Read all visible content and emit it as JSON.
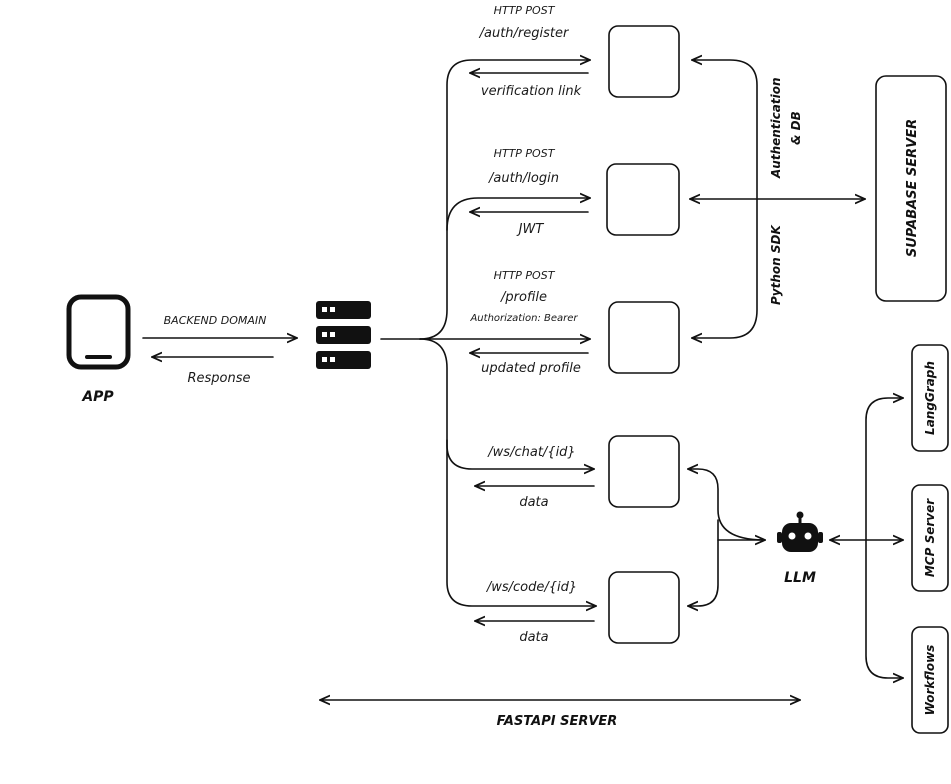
{
  "app": {
    "label": "APP"
  },
  "app_link": {
    "request": "BACKEND DOMAIN",
    "response": "Response"
  },
  "routes": [
    {
      "method": "HTTP POST",
      "path": "/auth/register",
      "return": "verification link"
    },
    {
      "method": "HTTP POST",
      "path": "/auth/login",
      "return": "JWT"
    },
    {
      "method": "HTTP POST",
      "path": "/profile",
      "header": "Authorization: Bearer",
      "return": "updated profile"
    },
    {
      "path": "/ws/chat/{id}",
      "return": "data"
    },
    {
      "path": "/ws/code/{id}",
      "return": "data"
    }
  ],
  "supabase": {
    "label": "SUPABASE SERVER",
    "link_top": "Authentication",
    "link_top2": "& DB",
    "link_bottom": "Python SDK"
  },
  "llm": {
    "label": "LLM"
  },
  "tools": [
    "LangGraph",
    "MCP Server",
    "Workflows"
  ],
  "fastapi": {
    "label": "FASTAPI SERVER"
  }
}
